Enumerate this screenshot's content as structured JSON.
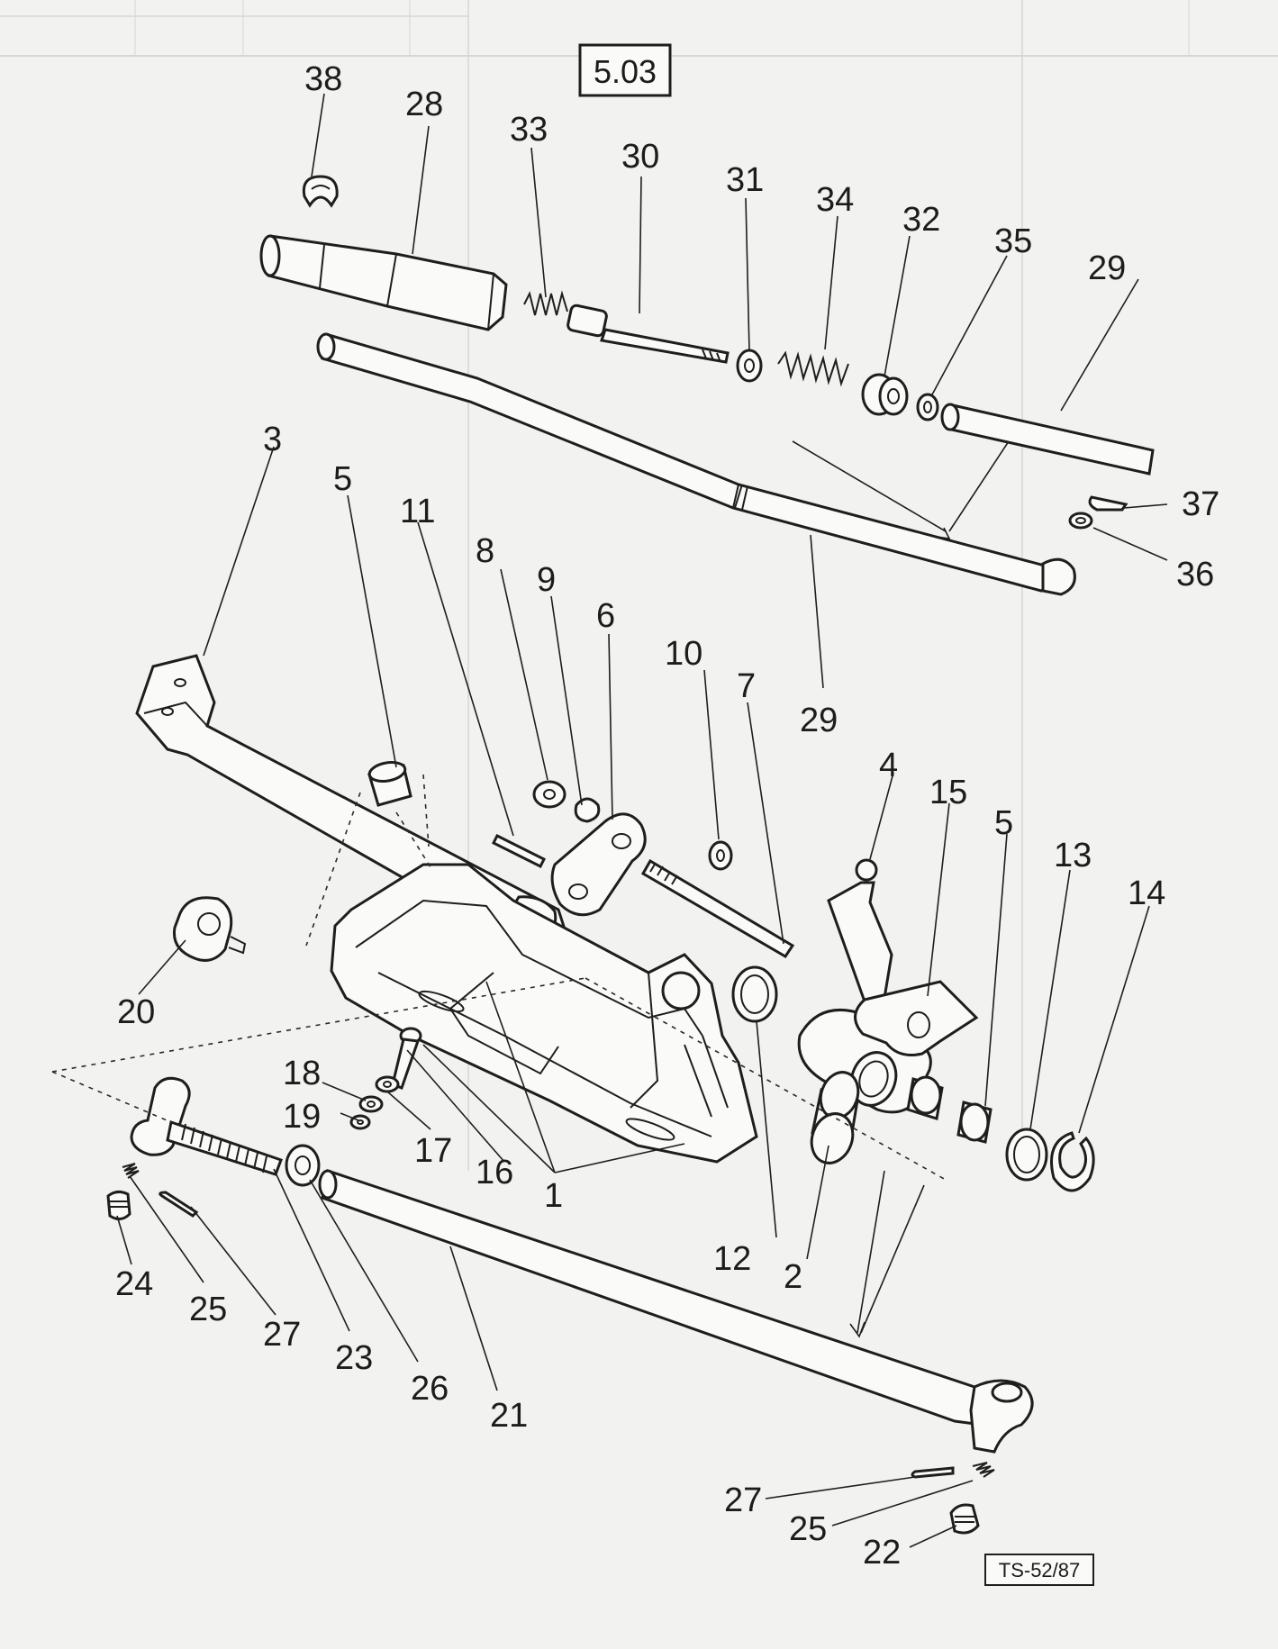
{
  "header_box": "5.03",
  "drawing_code": "TS-52/87",
  "part_labels": {
    "p38": "38",
    "p28": "28",
    "p33": "33",
    "p30": "30",
    "p31": "31",
    "p34": "34",
    "p32": "32",
    "p35": "35",
    "p29a": "29",
    "p37": "37",
    "p36": "36",
    "p29b": "29",
    "p3": "3",
    "p5a": "5",
    "p11": "11",
    "p8": "8",
    "p9": "9",
    "p6": "6",
    "p10": "10",
    "p7": "7",
    "p4": "4",
    "p15": "15",
    "p5b": "5",
    "p13": "13",
    "p14": "14",
    "p20": "20",
    "p18": "18",
    "p19": "19",
    "p17": "17",
    "p16": "16",
    "p1": "1",
    "p12": "12",
    "p2": "2",
    "p24": "24",
    "p25a": "25",
    "p27a": "27",
    "p23": "23",
    "p26": "26",
    "p21": "21",
    "p27b": "27",
    "p25b": "25",
    "p22": "22"
  }
}
